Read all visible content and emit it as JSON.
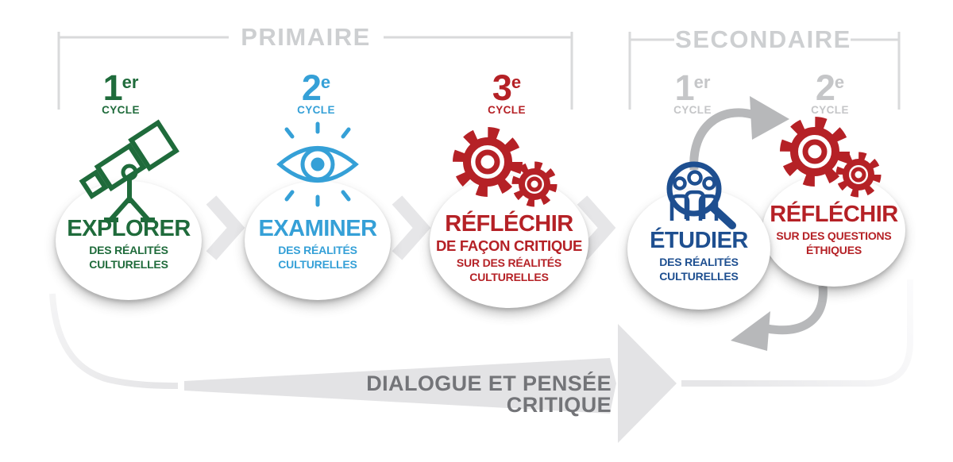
{
  "palette": {
    "green": "#1f6b3b",
    "light_blue": "#35a0d7",
    "red": "#b52126",
    "navy": "#1e4f90",
    "header_gray": "#cdcfd1",
    "secondary_cycle_gray": "#c5c6c8",
    "big_arrow_gray": "#e3e3e5",
    "arrow_text_gray": "#737478",
    "cycle_arrow_gray": "#b7b8ba"
  },
  "header": {
    "primaire": {
      "label": "PRIMAIRE"
    },
    "secondaire": {
      "label": "SECONDAIRE"
    }
  },
  "cycles": [
    {
      "num": "1",
      "sup": "er",
      "word": "CYCLE",
      "section": "primaire",
      "color": "#1f6b3b"
    },
    {
      "num": "2",
      "sup": "e",
      "word": "CYCLE",
      "section": "primaire",
      "color": "#35a0d7"
    },
    {
      "num": "3",
      "sup": "e",
      "word": "CYCLE",
      "section": "primaire",
      "color": "#b52126"
    },
    {
      "num": "1",
      "sup": "er",
      "word": "CYCLE",
      "section": "secondaire",
      "color": "#c5c6c8"
    },
    {
      "num": "2",
      "sup": "e",
      "word": "CYCLE",
      "section": "secondaire",
      "color": "#c5c6c8"
    }
  ],
  "stages": [
    {
      "title": "EXPLORER",
      "sub1": "DES RÉALITÉS",
      "sub2": "CULTURELLES",
      "icon": "telescope-icon",
      "color": "#1f6b3b"
    },
    {
      "title": "EXAMINER",
      "sub1": "DES RÉALITÉS",
      "sub2": "CULTURELLES",
      "icon": "eye-icon",
      "color": "#35a0d7"
    },
    {
      "title": "RÉFLÉCHIR",
      "subtitle": "DE FAÇON CRITIQUE",
      "sub1": "SUR DES RÉALITÉS",
      "sub2": "CULTURELLES",
      "icon": "gears-icon",
      "color": "#b52126"
    },
    {
      "title": "ÉTUDIER",
      "sub1": "DES RÉALITÉS",
      "sub2": "CULTURELLES",
      "icon": "people-magnifier-icon",
      "color": "#1e4f90"
    },
    {
      "title": "RÉFLÉCHIR",
      "sub1": "SUR DES QUESTIONS",
      "sub2": "ÉTHIQUES",
      "icon": "gears-icon",
      "color": "#b52126"
    }
  ],
  "bottom_arrow": {
    "label": "DIALOGUE ET PENSÉE CRITIQUE"
  }
}
